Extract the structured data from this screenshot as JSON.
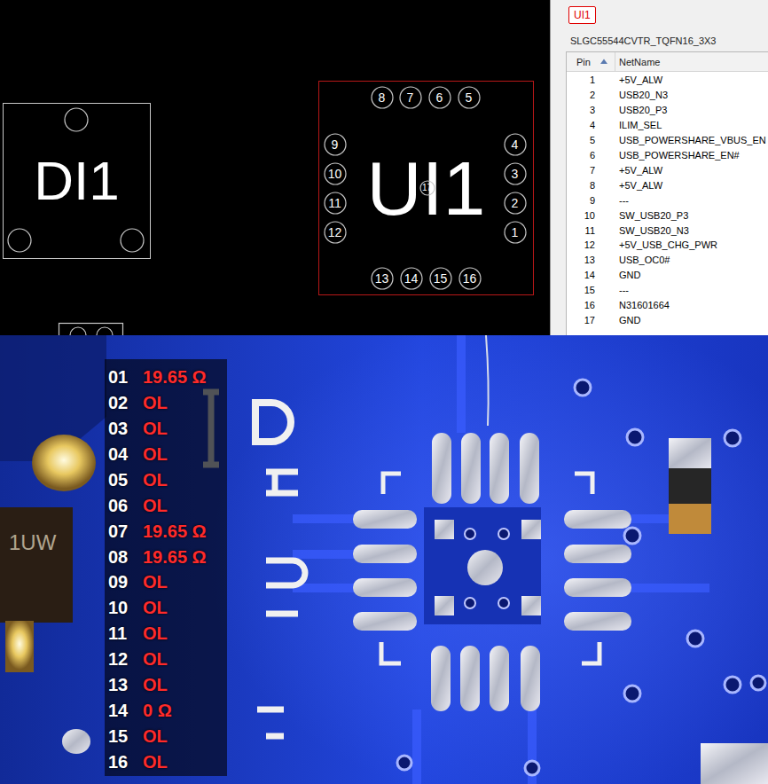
{
  "diagram": {
    "nodes": [
      {
        "text": [
          "DI1"
        ]
      },
      {
        "text": [
          "UI1"
        ]
      },
      {
        "text": [
          "8"
        ],
        "in": 1
      },
      {
        "text": [
          "7"
        ],
        "in": 1
      },
      {
        "text": [
          "6"
        ],
        "in": 1
      },
      {
        "text": [
          "5"
        ],
        "in": 1
      },
      {
        "text": [
          "9"
        ],
        "in": 1
      },
      {
        "text": [
          "4"
        ],
        "in": 1
      },
      {
        "text": [
          "10"
        ],
        "in": 1
      },
      {
        "text": [
          "3"
        ],
        "in": 1
      },
      {
        "text": [
          "17"
        ],
        "in": 1
      },
      {
        "text": [
          "11"
        ],
        "in": 1
      },
      {
        "text": [
          "2"
        ],
        "in": 1
      },
      {
        "text": [
          "12"
        ],
        "in": 1
      },
      {
        "text": [
          "1"
        ],
        "in": 1
      },
      {
        "text": [
          "13"
        ],
        "in": 1
      },
      {
        "text": [
          "14"
        ],
        "in": 1
      },
      {
        "text": [
          "15"
        ],
        "in": 1
      },
      {
        "text": [
          "16"
        ],
        "in": 1
      },
      {
        "text": [
          "UI1"
        ]
      }
    ],
    "labels": [
      "SLGC55544CVTR_TQFN16_3X3",
      "Pin",
      "NetName",
      "1",
      "+5V_ALW",
      "2",
      "USB20_N3",
      "3",
      "USB20_P3",
      "4",
      "ILIM_SEL",
      "5",
      "USB_POWERSHARE_VBUS_EN",
      "6",
      "USB_POWERSHARE_EN#",
      "7",
      "+5V_ALW",
      "8",
      "+5V_ALW",
      "9",
      "---",
      "10",
      "SW_USB20_P3",
      "11",
      "SW_USB20_N3",
      "12",
      "+5V_USB_CHG_PWR",
      "13",
      "USB_OC0#",
      "14",
      "GND",
      "15",
      "---",
      "16",
      "N31601664",
      "17",
      "GND",
      "01",
      "19.65 Ω",
      "02",
      "OL",
      "03",
      "OL",
      "04",
      "OL",
      "05",
      "OL",
      "06",
      "OL",
      "07",
      "19.65 Ω",
      "08",
      "19.65 Ω",
      "09",
      "OL",
      "10",
      "OL",
      "11",
      "OL",
      "12",
      "OL",
      "13",
      "OL",
      "14",
      "0 Ω",
      "15",
      "OL",
      "16",
      "OL",
      "1UW"
    ]
  }
}
